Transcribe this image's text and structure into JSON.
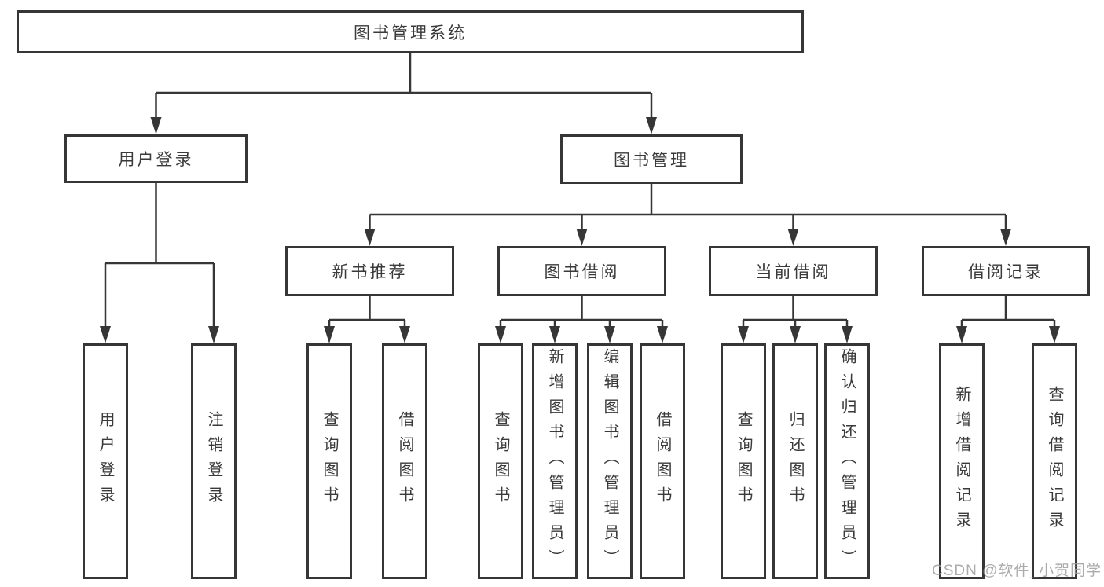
{
  "tree": {
    "root": {
      "label": "图书管理系统"
    },
    "user_login": {
      "label": "用户登录",
      "children": [
        {
          "label": "用户登录"
        },
        {
          "label": "注销登录"
        }
      ]
    },
    "book_management": {
      "label": "图书管理",
      "sections": [
        {
          "label": "新书推荐",
          "children": [
            {
              "label": "查询图书"
            },
            {
              "label": "借阅图书"
            }
          ]
        },
        {
          "label": "图书借阅",
          "children": [
            {
              "label": "查询图书"
            },
            {
              "label": "新增图书（管理员）"
            },
            {
              "label": "编辑图书（管理员）"
            },
            {
              "label": "借阅图书"
            }
          ]
        },
        {
          "label": "当前借阅",
          "children": [
            {
              "label": "查询图书"
            },
            {
              "label": "归还图书"
            },
            {
              "label": "确认归还（管理员）"
            }
          ]
        },
        {
          "label": "借阅记录",
          "children": [
            {
              "label": "新增借阅记录"
            },
            {
              "label": "查询借阅记录"
            }
          ]
        }
      ]
    }
  },
  "watermark": {
    "text": "CSDN @软件_小贺同学"
  },
  "colors": {
    "line": "#363636",
    "box_border": "#363636",
    "text": "#3a3a3a",
    "watermark": "#9e9e9e",
    "background": "#ffffff"
  }
}
